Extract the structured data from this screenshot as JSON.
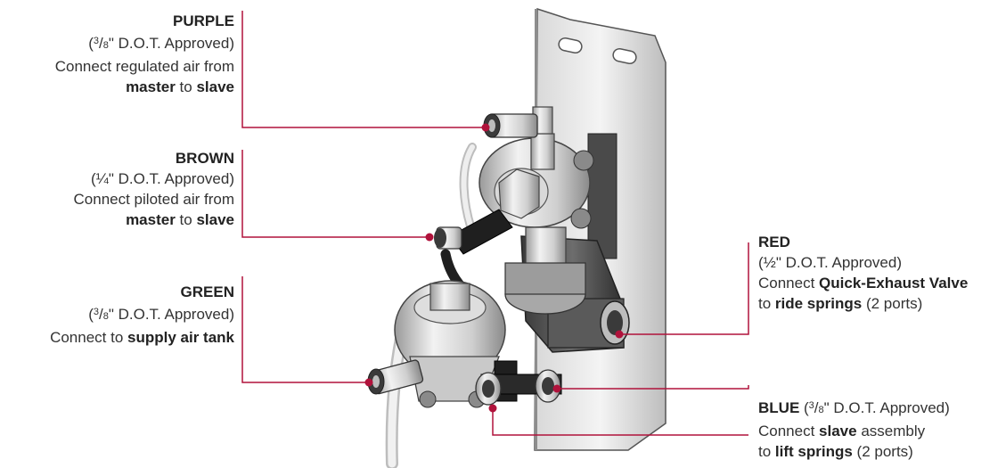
{
  "accent_color": "#b0123b",
  "callouts": {
    "purple": {
      "title": "PURPLE",
      "spec_num": "3",
      "spec_den": "8",
      "spec_rest": "\" D.O.T. Approved)",
      "line1": "Connect regulated air from",
      "b1": "master",
      "mid": " to ",
      "b2": "slave"
    },
    "brown": {
      "title": "BROWN",
      "spec": "(¼\" D.O.T. Approved)",
      "line1": "Connect piloted air from",
      "b1": "master",
      "mid": " to ",
      "b2": "slave"
    },
    "green": {
      "title": "GREEN",
      "spec_num": "3",
      "spec_den": "8",
      "spec_rest": "\" D.O.T. Approved)",
      "pre": "Connect to ",
      "b1": "supply air tank"
    },
    "red": {
      "title": "RED",
      "spec": "(½\" D.O.T. Approved)",
      "pre": "Connect ",
      "b1": "Quick-Exhaust Valve",
      "pre2": "to ",
      "b2": "ride springs",
      "post2": " (2 ports)"
    },
    "blue": {
      "title": "BLUE",
      "spec_num": "3",
      "spec_den": "8",
      "spec_rest": "\" D.O.T. Approved)",
      "pre": "Connect ",
      "b1": "slave",
      "post": " assembly",
      "pre2": "to ",
      "b2": "lift springs",
      "post2": " (2 ports)"
    }
  }
}
